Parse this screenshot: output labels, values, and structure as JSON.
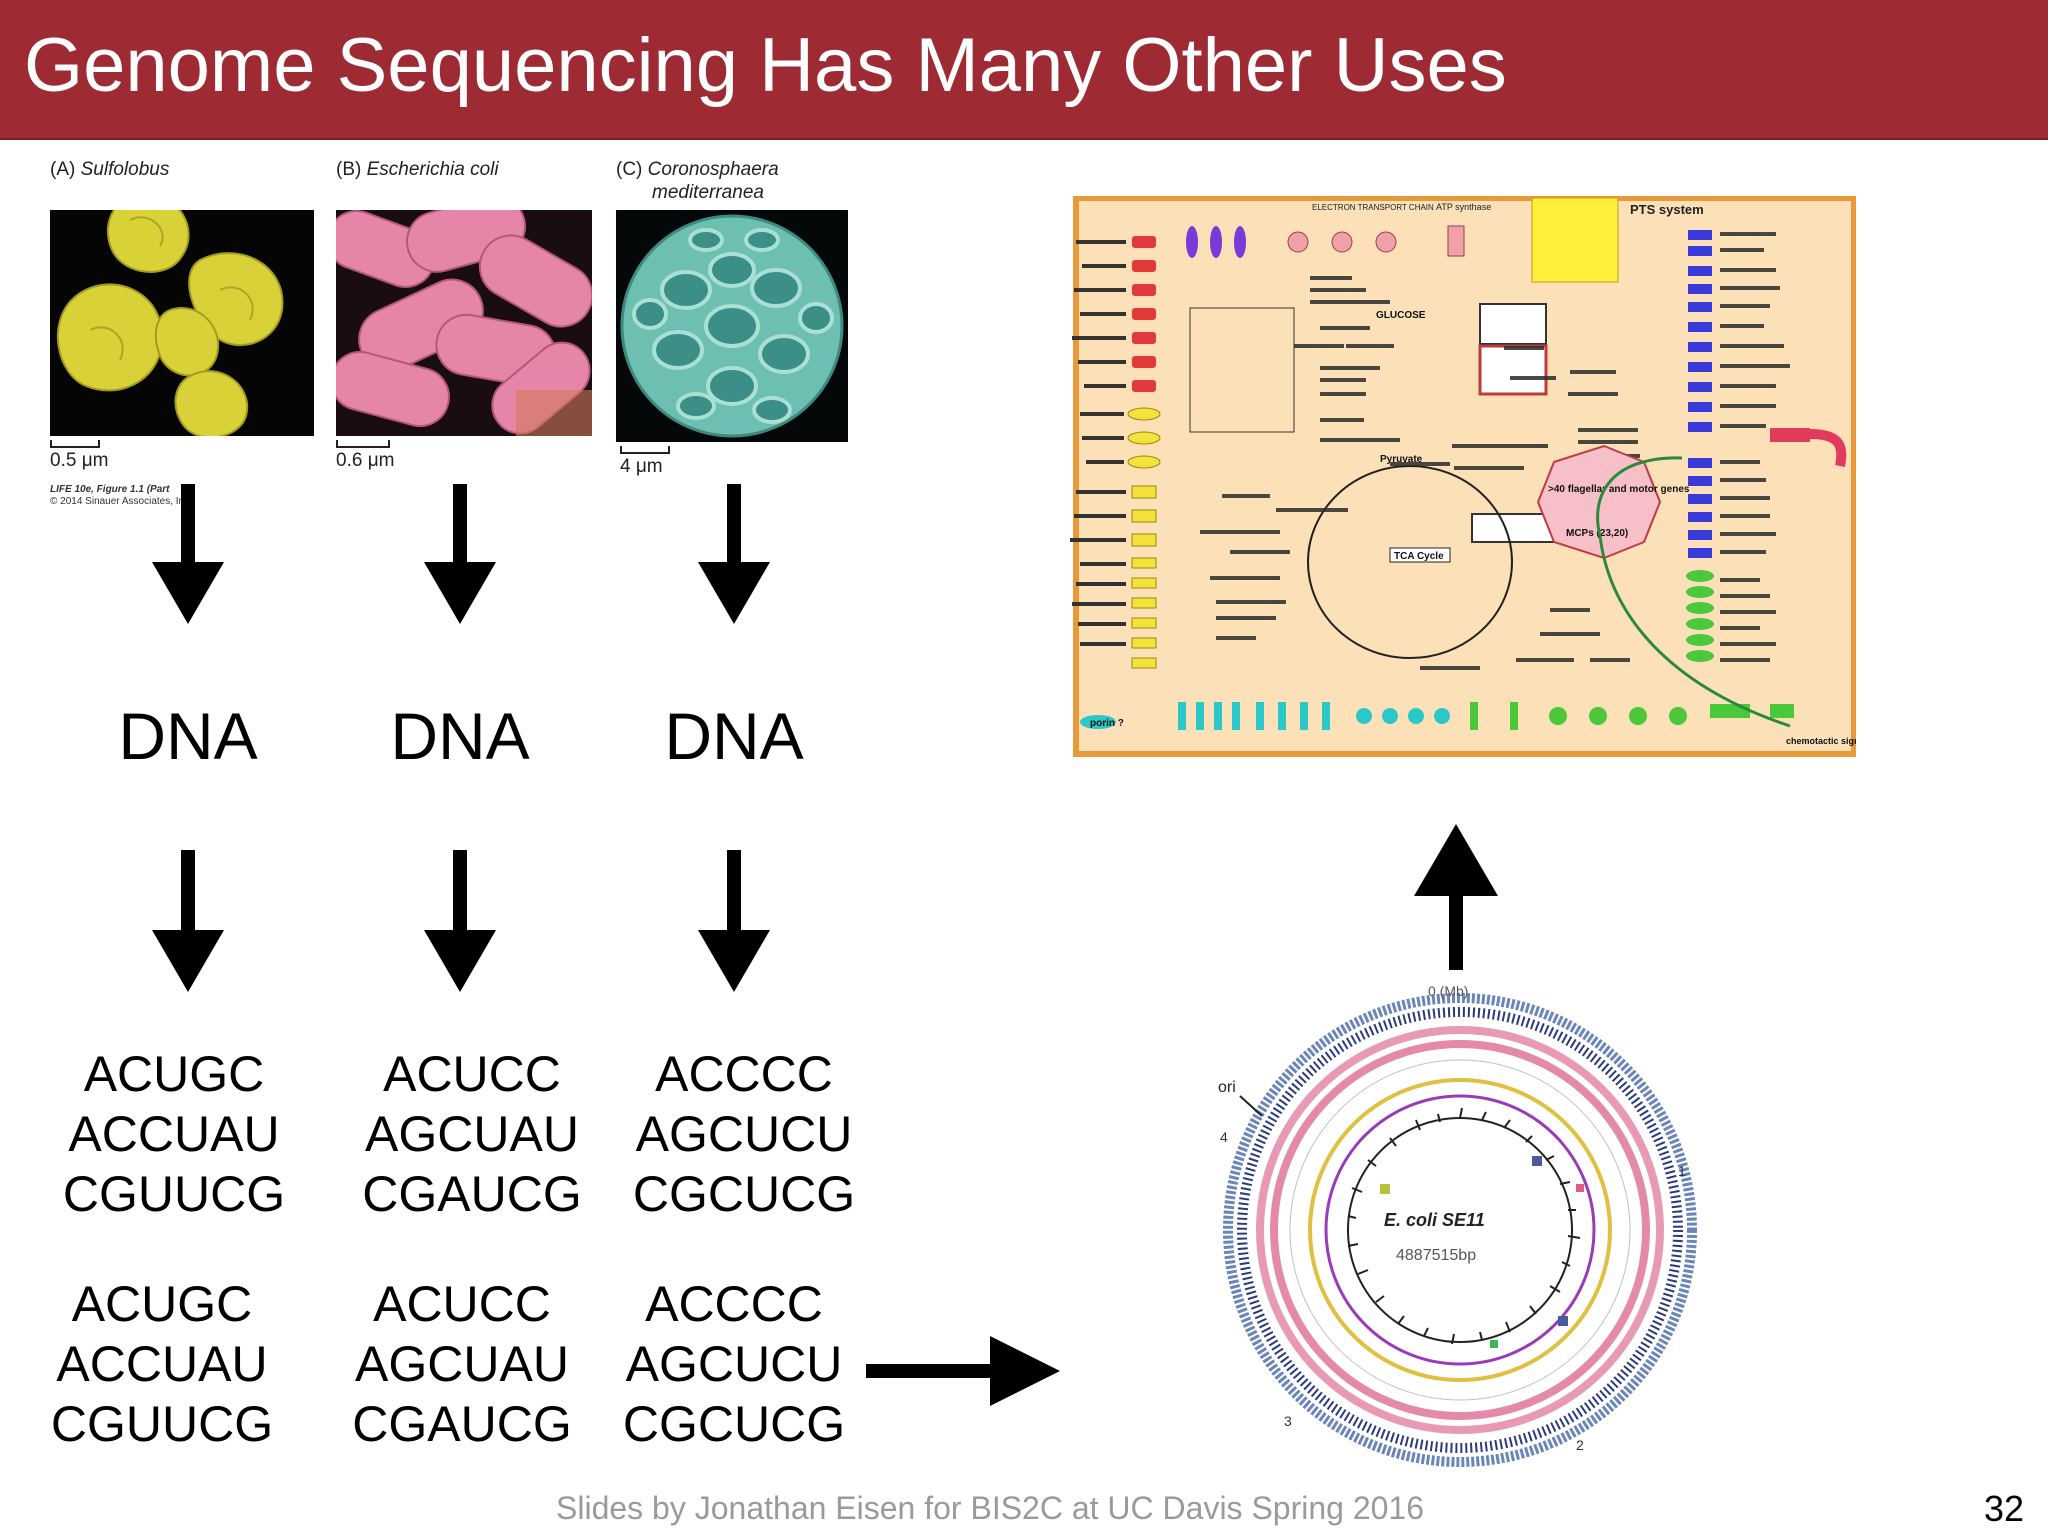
{
  "slide": {
    "title": "Genome Sequencing Has Many Other Uses",
    "footer": "Slides by Jonathan Eisen for BIS2C at UC Davis Spring 2016",
    "page_number": "32"
  },
  "organisms": [
    {
      "letter": "(A)",
      "name": "Sulfolobus",
      "name2": "",
      "scale": "0.5 μm",
      "color": "#d9cf3a"
    },
    {
      "letter": "(B)",
      "name": "Escherichia coli",
      "name2": "",
      "scale": "0.6 μm",
      "color": "#e07aa0"
    },
    {
      "letter": "(C)",
      "name": "Coronosphaera",
      "name2": "mediterranea",
      "scale": "4 μm",
      "color": "#5fb3a8"
    }
  ],
  "figure_credit": {
    "line1": "LIFE 10e, Figure 1.1 (Part",
    "line2": "© 2014 Sinauer Associates, Inc."
  },
  "dna_label": "DNA",
  "sequences": [
    {
      "upper": [
        "ACUGC",
        "ACCUAU",
        "CGUUCG"
      ],
      "lower": [
        "ACUGC",
        "ACCUAU",
        "CGUUCG"
      ]
    },
    {
      "upper": [
        "ACUCC",
        "AGCUAU",
        "CGAUCG"
      ],
      "lower": [
        "ACUCC",
        "AGCUAU",
        "CGAUCG"
      ]
    },
    {
      "upper": [
        "ACCCC",
        "AGCUCU",
        "CGCUCG"
      ],
      "lower": [
        "ACCCC",
        "AGCUCU",
        "CGCUCG"
      ]
    }
  ],
  "metabolic_map": {
    "transport_chain": "ELECTRON TRANSPORT CHAIN",
    "pts": "PTS system",
    "glucose": "GLUCOSE",
    "pyruvate": "Pyruvate",
    "tca": "TCA Cycle",
    "flagellar": ">40 flagellar and motor genes",
    "mcps": "MCPs (23,20)",
    "porin": "porin ?",
    "chemotactic": "chemotactic signals",
    "atp": "ATP synthase"
  },
  "genome_map": {
    "label": "E. coli SE11",
    "size": "4887515bp",
    "origin": "ori",
    "zero": "0 (Mb)",
    "ticks": [
      "1",
      "2",
      "3",
      "4"
    ]
  }
}
